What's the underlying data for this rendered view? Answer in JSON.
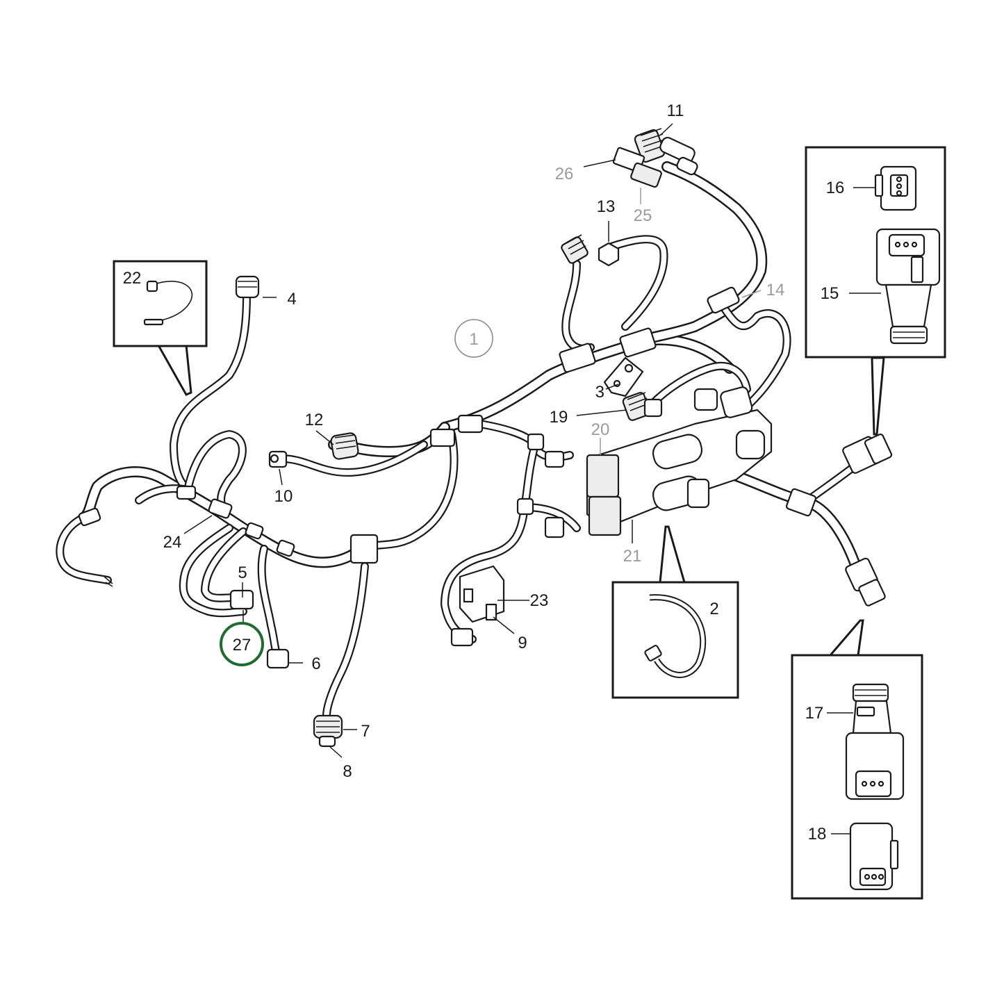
{
  "diagram": {
    "assembly_label": "1",
    "highlight_color": "#1f6b30",
    "callouts": {
      "c2": "2",
      "c3": "3",
      "c4": "4",
      "c5": "5",
      "c6": "6",
      "c7": "7",
      "c8": "8",
      "c9": "9",
      "c10": "10",
      "c11": "11",
      "c12": "12",
      "c13": "13",
      "c14": "14",
      "c15": "15",
      "c16": "16",
      "c17": "17",
      "c18": "18",
      "c19": "19",
      "c20": "20",
      "c21": "21",
      "c22": "22",
      "c23": "23",
      "c24": "24",
      "c25": "25",
      "c26": "26",
      "c27": "27"
    },
    "highlighted_part": "27"
  }
}
